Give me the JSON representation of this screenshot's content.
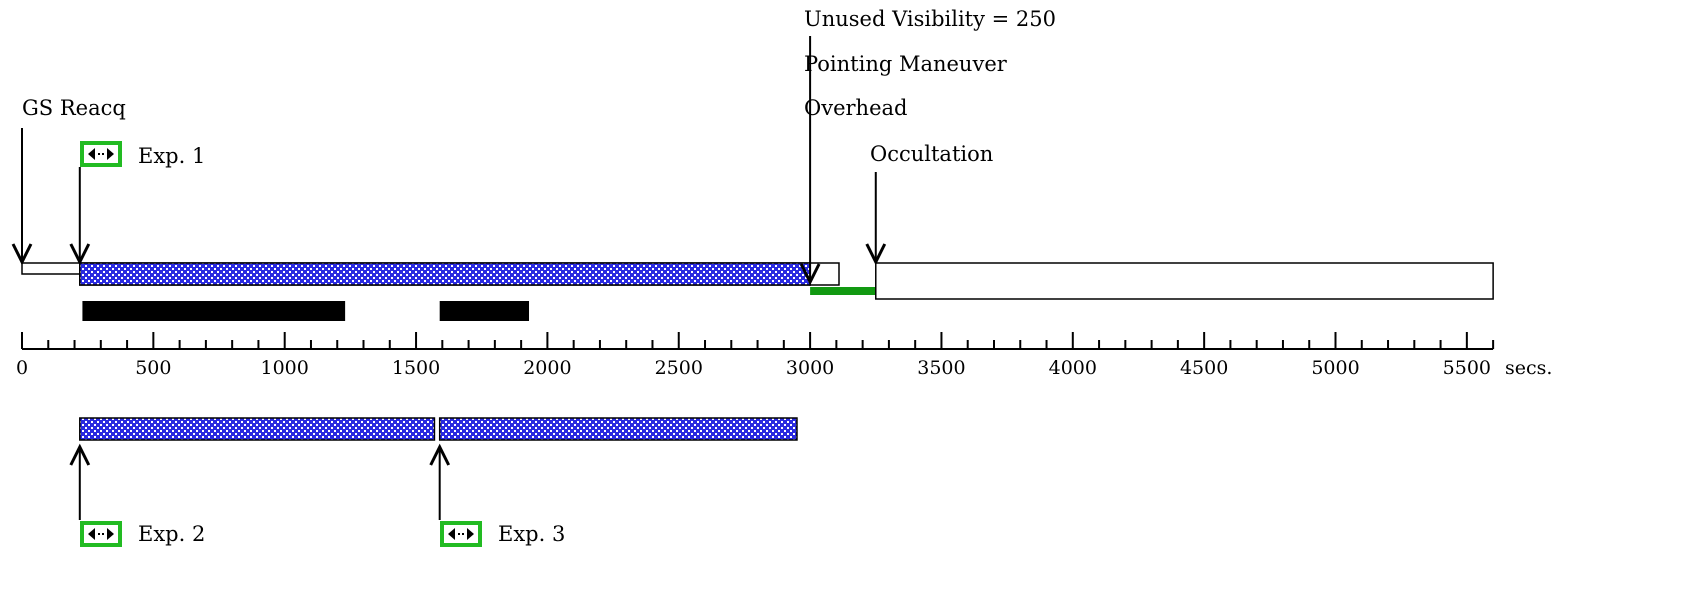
{
  "labels": {
    "gs_reacq": "GS Reacq",
    "exp1": "Exp. 1",
    "exp2": "Exp. 2",
    "exp3": "Exp. 3",
    "unused_visibility": "Unused Visibility = 250",
    "pointing_maneuver": "Pointing Maneuver",
    "overhead": "Overhead",
    "occultation": "Occultation",
    "unit": "secs."
  },
  "axis": {
    "min": 0,
    "max": 5600,
    "minor_step": 100,
    "major_labels": [
      "0",
      "500",
      "1000",
      "1500",
      "2000",
      "2500",
      "3000",
      "3500",
      "4000",
      "4500",
      "5000",
      "5500"
    ]
  },
  "colors": {
    "exposure_fill": "#2a2ae0",
    "expand_button_border": "#22bb22",
    "overhead_bar": "#119911",
    "black_bar": "#000000"
  },
  "icons": {
    "expand_button": "double-arrow-icon",
    "event_marker": "down-arrow-icon"
  },
  "chart_data": {
    "type": "timeline",
    "units": "secs.",
    "events": [
      {
        "name": "GS Reacq",
        "t": 0
      },
      {
        "name": "Exp. 1",
        "t": 220
      },
      {
        "name": "Unused Visibility = 250 / Pointing Maneuver / Overhead",
        "t": 3000
      },
      {
        "name": "Occultation",
        "t": 3250
      }
    ],
    "main_row": [
      {
        "kind": "open",
        "start": 0,
        "end": 220
      },
      {
        "kind": "exposure",
        "start": 220,
        "end": 3000
      },
      {
        "kind": "open",
        "start": 3000,
        "end": 3110
      },
      {
        "kind": "overhead",
        "start": 3000,
        "end": 3250
      },
      {
        "kind": "open",
        "start": 3250,
        "end": 5600
      }
    ],
    "black_bars": [
      {
        "start": 230,
        "end": 1230
      },
      {
        "start": 1590,
        "end": 1930
      }
    ],
    "lower_row": [
      {
        "name": "Exp. 2",
        "kind": "exposure",
        "start": 220,
        "end": 1570
      },
      {
        "name": "Exp. 3",
        "kind": "exposure",
        "start": 1590,
        "end": 2950
      }
    ]
  }
}
